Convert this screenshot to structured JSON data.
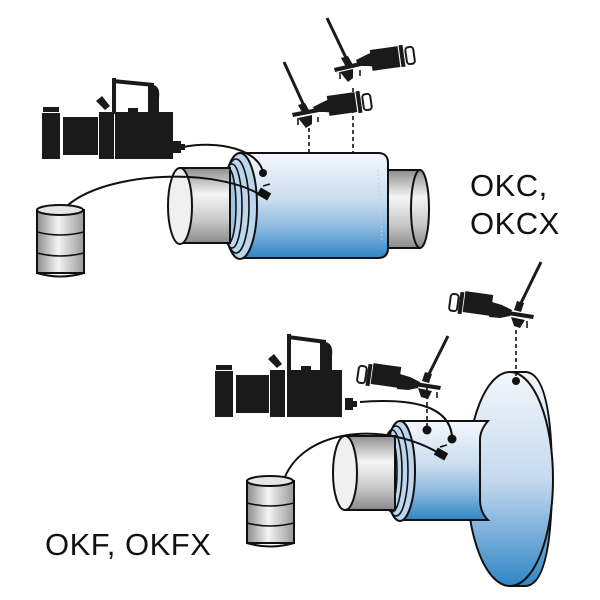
{
  "diagram": {
    "title": "",
    "colors": {
      "outline": "#111111",
      "equipment_fill": "#1a1a1a",
      "sleeve_light": "#e8f0f8",
      "sleeve_mid": "#b9d3ea",
      "sleeve_dark": "#3f8fcb",
      "shaft_light": "#f2f2f2",
      "shaft_dark": "#9a9a9a",
      "background": "#ffffff"
    },
    "assemblies": [
      {
        "id": "top",
        "label_lines": [
          "OKC,",
          "OKCX"
        ],
        "components": [
          "hydraulic-pump",
          "oil-drum",
          "oil-injectors-2",
          "sleeve-coupling",
          "shaft"
        ]
      },
      {
        "id": "bottom",
        "label_text": "OKF, OKFX",
        "components": [
          "hydraulic-pump",
          "oil-drum",
          "oil-injectors-2",
          "flange-coupling",
          "shaft"
        ]
      }
    ]
  }
}
